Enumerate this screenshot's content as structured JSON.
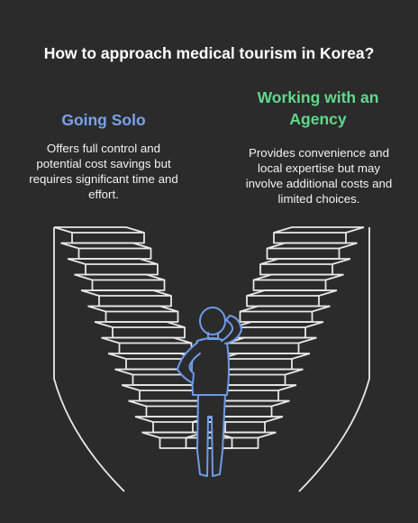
{
  "title": "How to approach medical tourism in Korea?",
  "options": [
    {
      "title": "Going Solo",
      "description": "Offers full control and potential cost savings but requires significant time and effort.",
      "color": "#7aa2ec"
    },
    {
      "title": "Working with an Agency",
      "description": "Provides convenience and local expertise but may involve additional costs and limited choices.",
      "color": "#5fd98a"
    }
  ],
  "colors": {
    "background": "#2b2b2b",
    "stairs_stroke": "#e8e8e8",
    "figure_stroke": "#6e9be8"
  }
}
